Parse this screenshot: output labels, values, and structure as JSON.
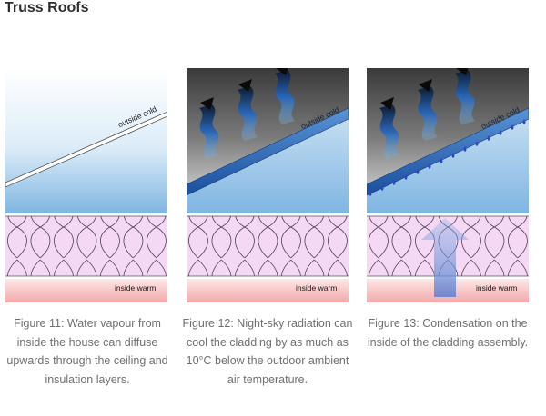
{
  "page": {
    "title": "Truss Roofs"
  },
  "figures": [
    {
      "outside_label": "outside cold",
      "inside_label": "inside warm",
      "caption": "Figure 11: Water vapour from inside the house can diffuse upwards through the ceiling and insulation layers."
    },
    {
      "outside_label": "outside cold",
      "inside_label": "inside warm",
      "caption": "Figure 12: Night-sky radiation can cool the cladding by as much as 10°C below the outdoor ambient air temperature."
    },
    {
      "outside_label": "outside cold",
      "inside_label": "inside warm",
      "caption": "Figure 13: Condensation on the inside of the cladding assembly."
    }
  ],
  "colors": {
    "sky_blue": "#7fb6e2",
    "insulation_pink": "#f4d8f4",
    "warm_pink": "#f2a9aa",
    "drop_blue": "#2f45c9",
    "roof_blue": "#1f5fb1"
  }
}
